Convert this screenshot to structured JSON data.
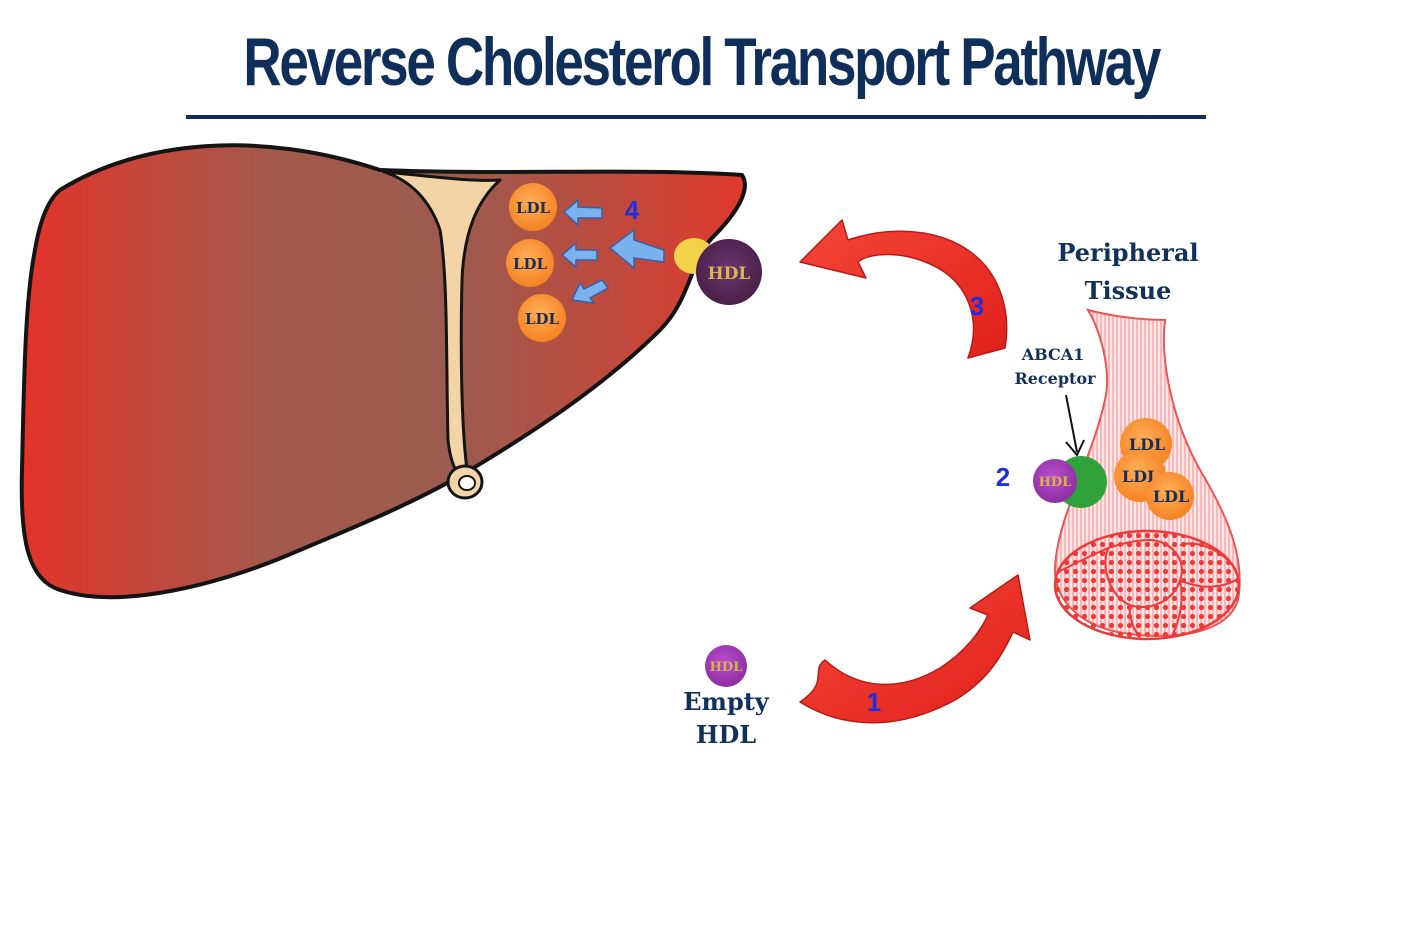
{
  "title": "Reverse Cholesterol Transport Pathway",
  "labels": {
    "peripheral_line1": "Peripheral",
    "peripheral_line2": "Tissue",
    "receptor_line1": "ABCA1",
    "receptor_line2": "Receptor",
    "empty_line1": "Empty",
    "empty_line2": "HDL"
  },
  "particles": {
    "ldl": "LDL",
    "hdl": "HDL"
  },
  "steps": {
    "s1": "1",
    "s2": "2",
    "s3": "3",
    "s4": "4"
  },
  "colors": {
    "title": "#0f2f5a",
    "liver_red": "#e0392c",
    "liver_brown": "#a0574a",
    "ligament": "#f0d4a8",
    "ldl_orange": "#f98f2f",
    "hdl_purple": "#9c3ab0",
    "hdl_dark": "#5a2a5a",
    "abca1_green": "#2fa33a",
    "arrow_red": "#ee2a22",
    "arrow_blue": "#7ab2ee",
    "step_blue": "#1d2fe0",
    "muscle_red": "#ec4a4a"
  }
}
